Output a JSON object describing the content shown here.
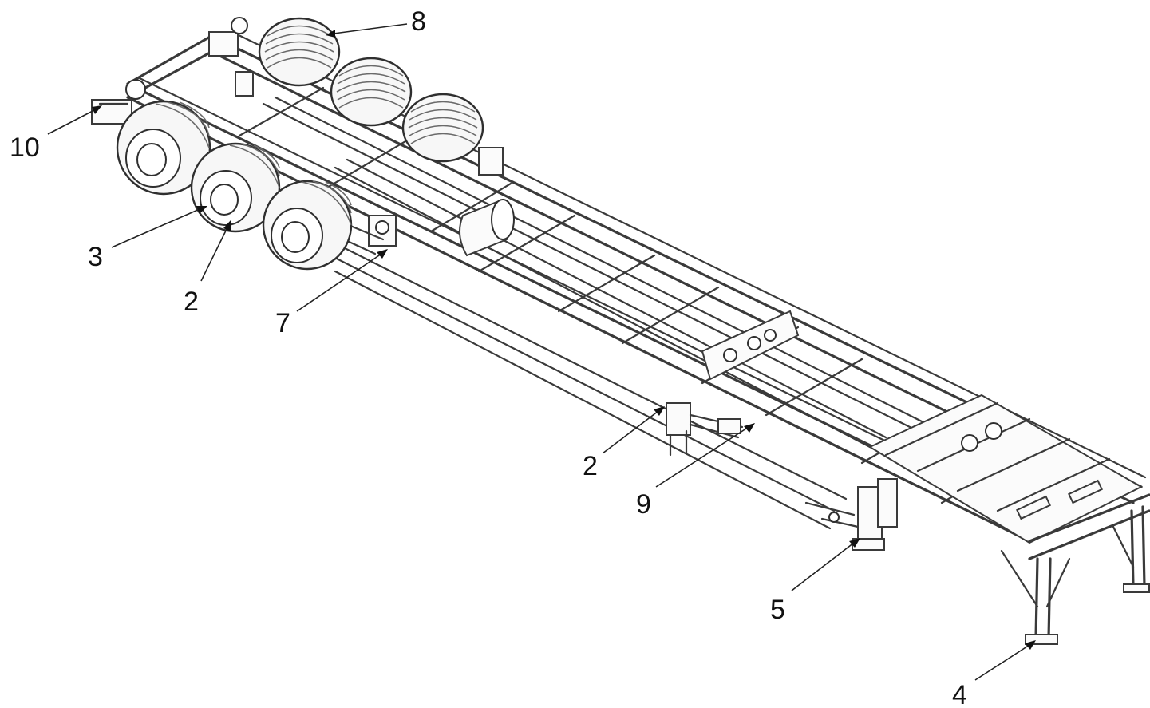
{
  "figure": {
    "subject": "container-chassis-semitrailer",
    "line_color": "#3a3a3a",
    "background": "#ffffff"
  },
  "callouts": [
    {
      "id": "callout-8",
      "label": "8"
    },
    {
      "id": "callout-10",
      "label": "10"
    },
    {
      "id": "callout-3",
      "label": "3"
    },
    {
      "id": "callout-2a",
      "label": "2"
    },
    {
      "id": "callout-7",
      "label": "7"
    },
    {
      "id": "callout-2b",
      "label": "2"
    },
    {
      "id": "callout-9",
      "label": "9"
    },
    {
      "id": "callout-5",
      "label": "5"
    },
    {
      "id": "callout-4",
      "label": "4"
    }
  ]
}
